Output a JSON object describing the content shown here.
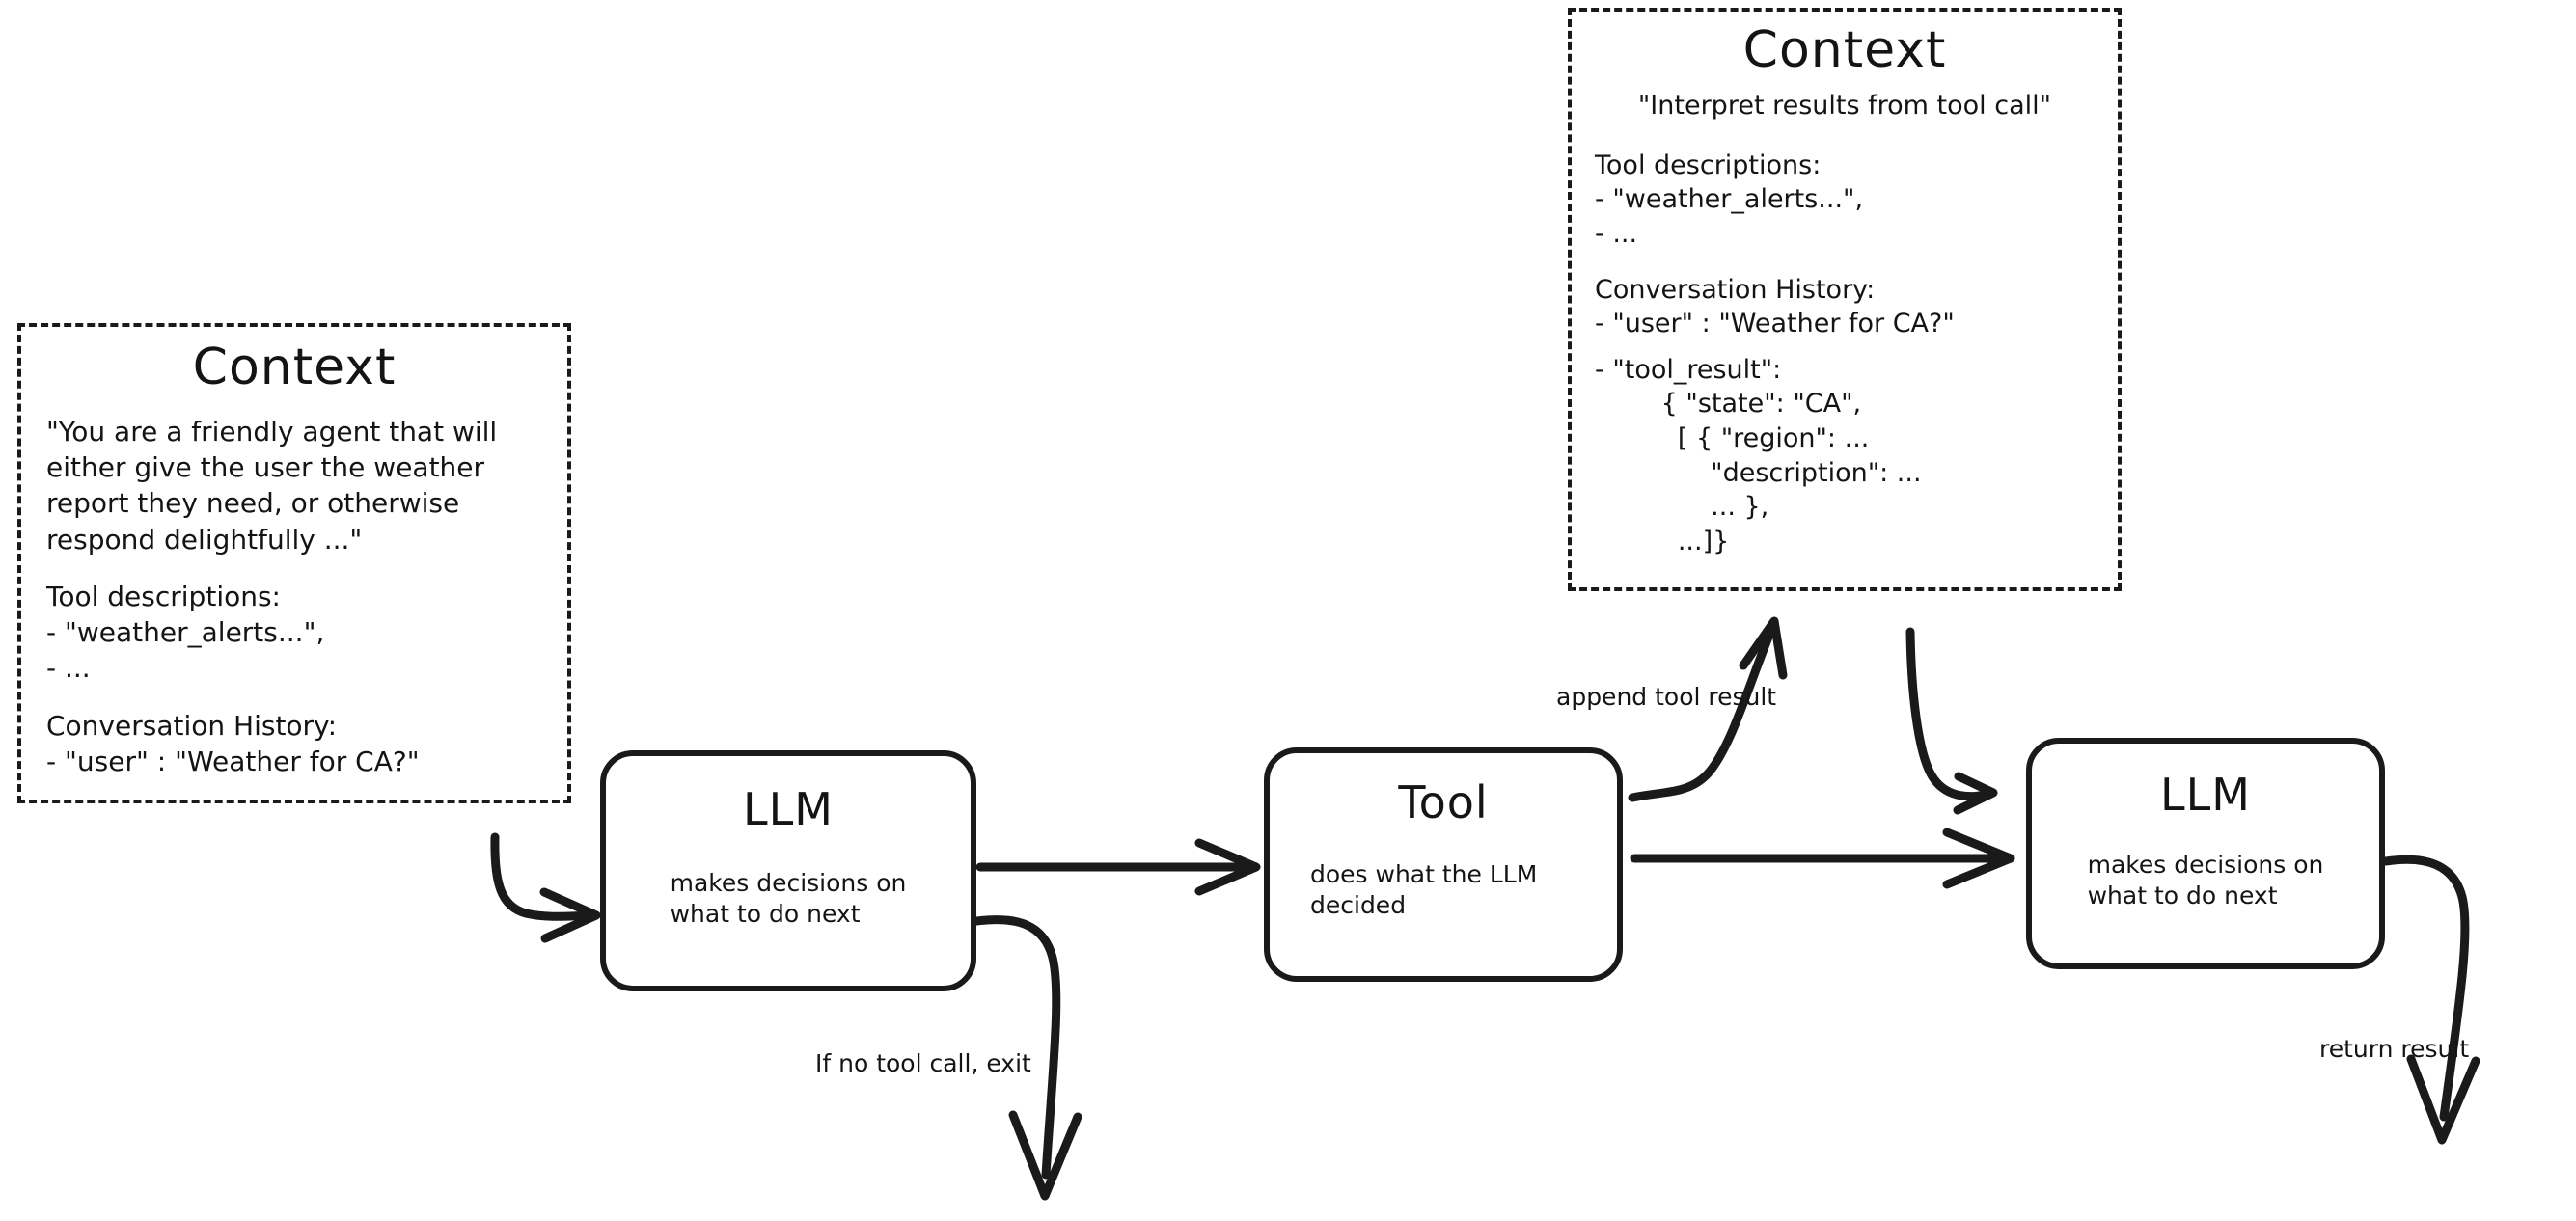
{
  "diagram": {
    "title": "LLM agent loop with tool calling",
    "stroke_color": "#1a1a1a",
    "background": "#ffffff"
  },
  "context_left": {
    "title": "Context",
    "paragraphs": [
      "\"You are a friendly agent that will either give the user the weather report they need, or otherwise respond delightfully ...\"",
      "Tool descriptions:\n- \"weather_alerts...\",\n- ...",
      "Conversation History:\n- \"user\" : \"Weather for CA?\""
    ]
  },
  "context_right": {
    "title": "Context",
    "paragraphs": [
      "\"Interpret results from tool call\"",
      "Tool descriptions:\n- \"weather_alerts...\",\n- ...",
      "Conversation History:\n- \"user\" : \"Weather for CA?\"",
      "- \"tool_result\":\n        { \"state\": \"CA\",\n          [ { \"region\": ...\n              \"description\": ...\n              ... },\n          ...]}"
    ]
  },
  "nodes": [
    {
      "id": "llm-1",
      "title": "LLM",
      "subtitle": "makes decisions on\nwhat to do next"
    },
    {
      "id": "tool",
      "title": "Tool",
      "subtitle": "does what the LLM\ndecided"
    },
    {
      "id": "llm-2",
      "title": "LLM",
      "subtitle": "makes decisions on\nwhat to do next"
    }
  ],
  "edges": {
    "context_to_llm1": "",
    "llm1_to_tool": "",
    "llm1_exit": "If no tool call, exit",
    "tool_to_context": "append tool result",
    "tool_to_llm2": "",
    "context_to_llm2": "",
    "llm2_return": "return result"
  }
}
